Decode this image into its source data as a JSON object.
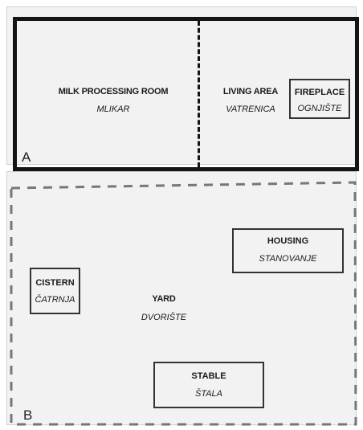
{
  "panel_a": {
    "corner_label": "A",
    "rooms": [
      {
        "title": "MILK PROCESSING ROOM",
        "subtitle": "MLIKAR"
      },
      {
        "title": "LIVING AREA",
        "subtitle": "VATRENICA"
      },
      {
        "title": "FIREPLACE",
        "subtitle": "OGNJIŠTE"
      }
    ]
  },
  "panel_b": {
    "corner_label": "B",
    "areas": [
      {
        "title": "HOUSING",
        "subtitle": "STANOVANJE"
      },
      {
        "title": "CISTERN",
        "subtitle": "ČATRNJA"
      },
      {
        "title": "YARD",
        "subtitle": "DVORIŠTE"
      },
      {
        "title": "STABLE",
        "subtitle": "ŠTALA"
      }
    ]
  },
  "colors": {
    "frame": "#141414",
    "dashed_boundary": "#777777",
    "background": "#f2f2f2"
  }
}
